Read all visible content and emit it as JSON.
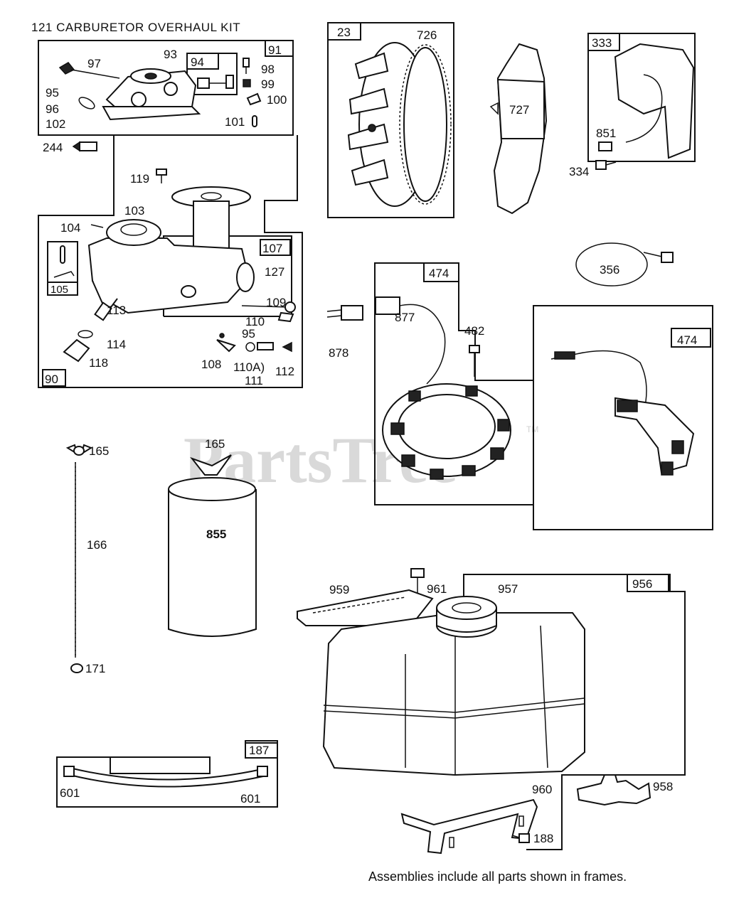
{
  "title": "121 CARBURETOR OVERHAUL KIT",
  "footer_note": "Assemblies include all parts shown in frames.",
  "watermark": {
    "text": "PartsTree",
    "tm": "TM"
  },
  "frame_tags": {
    "f91": "91",
    "f94": "94",
    "f90": "90",
    "f105": "105",
    "f107": "107",
    "f23": "23",
    "f333": "333",
    "f474a": "474",
    "f474b": "474",
    "f956": "956",
    "f187": "187"
  },
  "labels": {
    "p97": "97",
    "p93": "93",
    "p98": "98",
    "p99": "99",
    "p95a": "95",
    "p96": "96",
    "p102": "102",
    "p100": "100",
    "p101": "101",
    "p244": "244",
    "p119": "119",
    "p103": "103",
    "p104": "104",
    "p127": "127",
    "p109": "109",
    "p110": "110",
    "p95b": "95",
    "p113": "113",
    "p114": "114",
    "p118": "118",
    "p108": "108",
    "p110a": "110A)",
    "p112": "112",
    "p111": "111",
    "p726": "726",
    "p727": "727",
    "p851": "851",
    "p334": "334",
    "p356": "356",
    "p878": "878",
    "p877": "877",
    "p482": "482",
    "p165a": "165",
    "p165b": "165",
    "p166": "166",
    "p171": "171",
    "p855": "855",
    "p961": "961",
    "p959": "959",
    "p957": "957",
    "p958": "958",
    "p960": "960",
    "p188": "188",
    "p601a": "601",
    "p601b": "601"
  }
}
